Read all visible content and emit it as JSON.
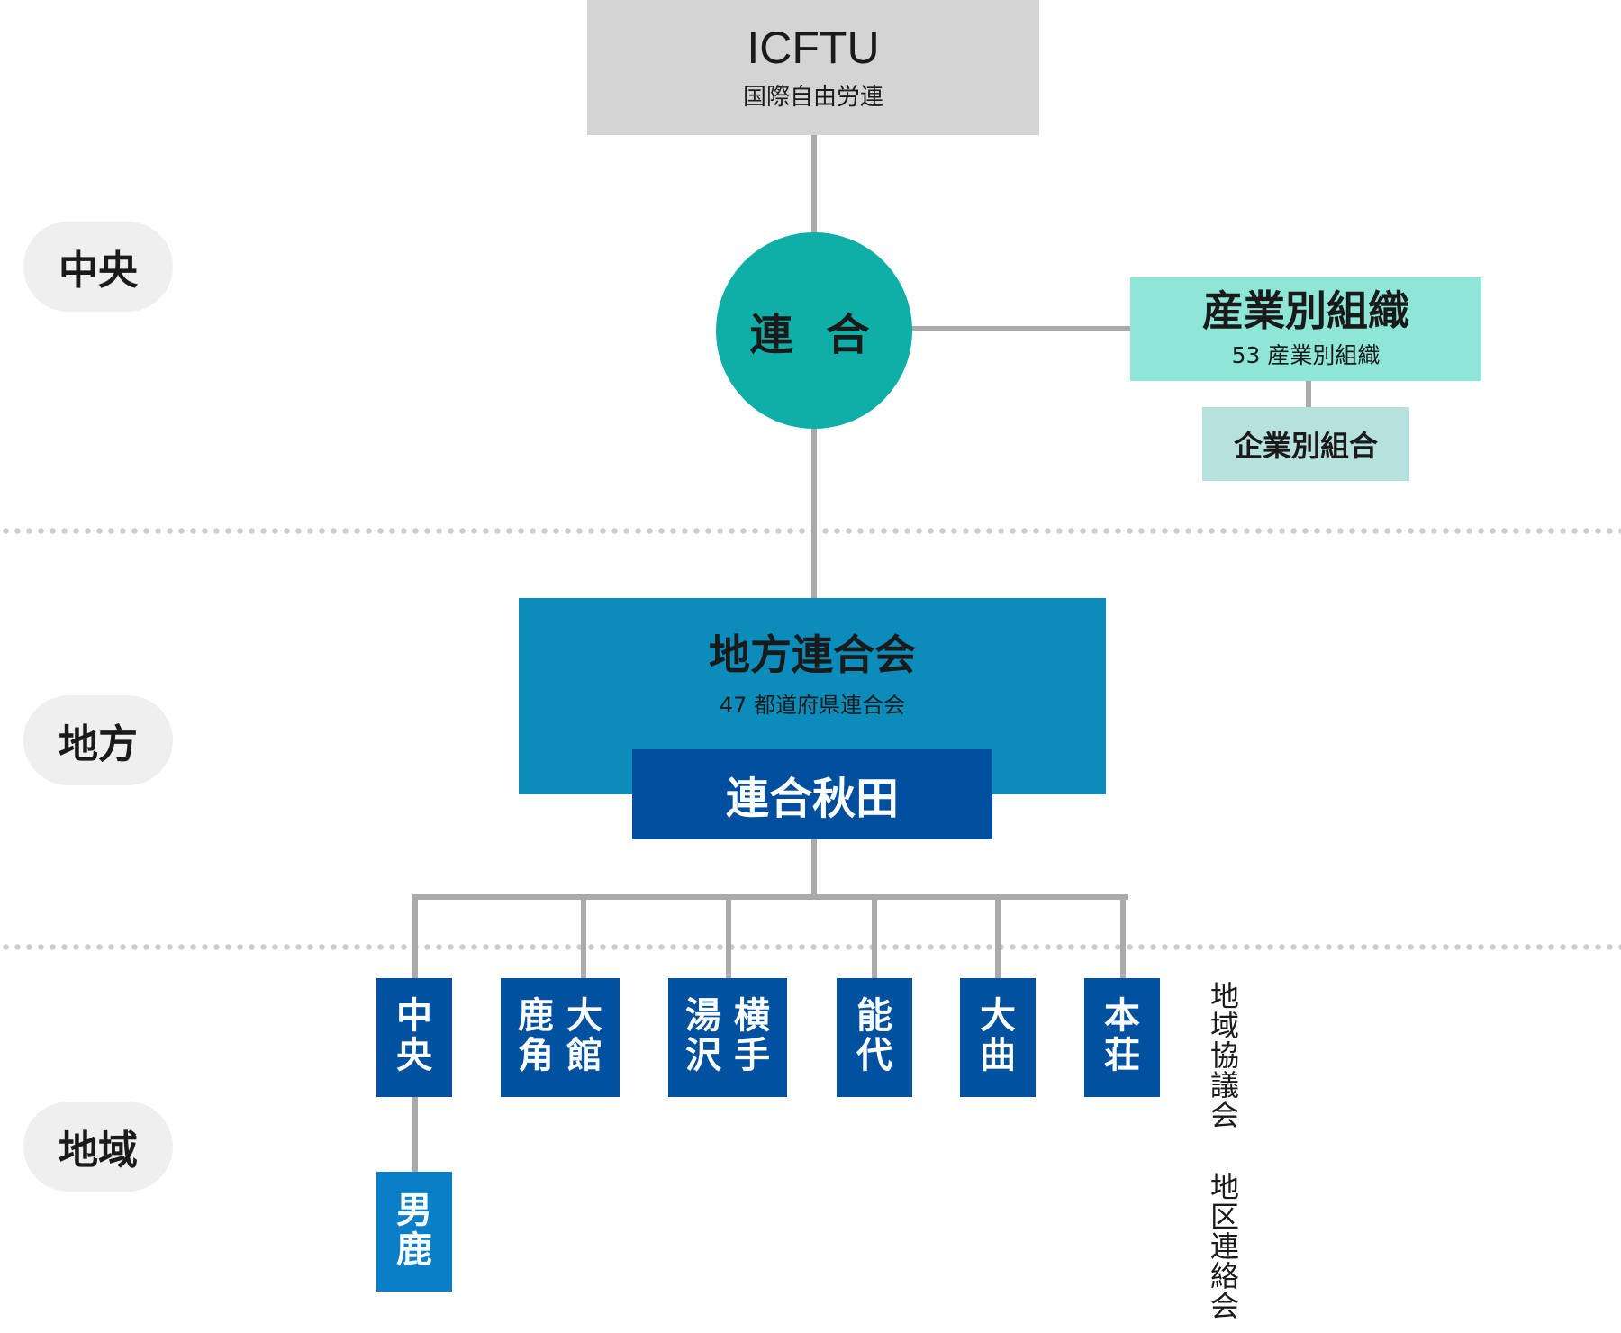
{
  "levels": {
    "central": "中央",
    "regional": "地方",
    "local": "地域"
  },
  "icftu": {
    "title": "ICFTU",
    "subtitle": "国際自由労連"
  },
  "rengo": {
    "label": "連 合"
  },
  "industrial": {
    "title": "産業別組織",
    "subtitle": "53 産業別組織"
  },
  "enterprise": {
    "label": "企業別組合"
  },
  "prefectural": {
    "title": "地方連合会",
    "subtitle": "47 都道府県連合会"
  },
  "akita": {
    "label": "連合秋田"
  },
  "councils": [
    {
      "columns": [
        "中央"
      ]
    },
    {
      "columns": [
        "大館",
        "鹿角"
      ]
    },
    {
      "columns": [
        "横手",
        "湯沢"
      ]
    },
    {
      "columns": [
        "能代"
      ]
    },
    {
      "columns": [
        "大曲"
      ]
    },
    {
      "columns": [
        "本荘"
      ]
    }
  ],
  "oga": {
    "columns": [
      "男鹿"
    ]
  },
  "notes": {
    "regional_council": "地域協議会",
    "district_liaison": "地区連絡会"
  },
  "colors": {
    "icftu_bg": "#d4d4d4",
    "rengo_bg": "#0fafa8",
    "industrial_bg": "#8ee6d6",
    "enterprise_bg": "#b6e1dc",
    "prefectural_bg": "#0b8cba",
    "akita_bg": "#004f9e",
    "council_bg": "#0052a0",
    "oga_bg": "#0a7fc7",
    "connector": "#aaaaaa"
  }
}
